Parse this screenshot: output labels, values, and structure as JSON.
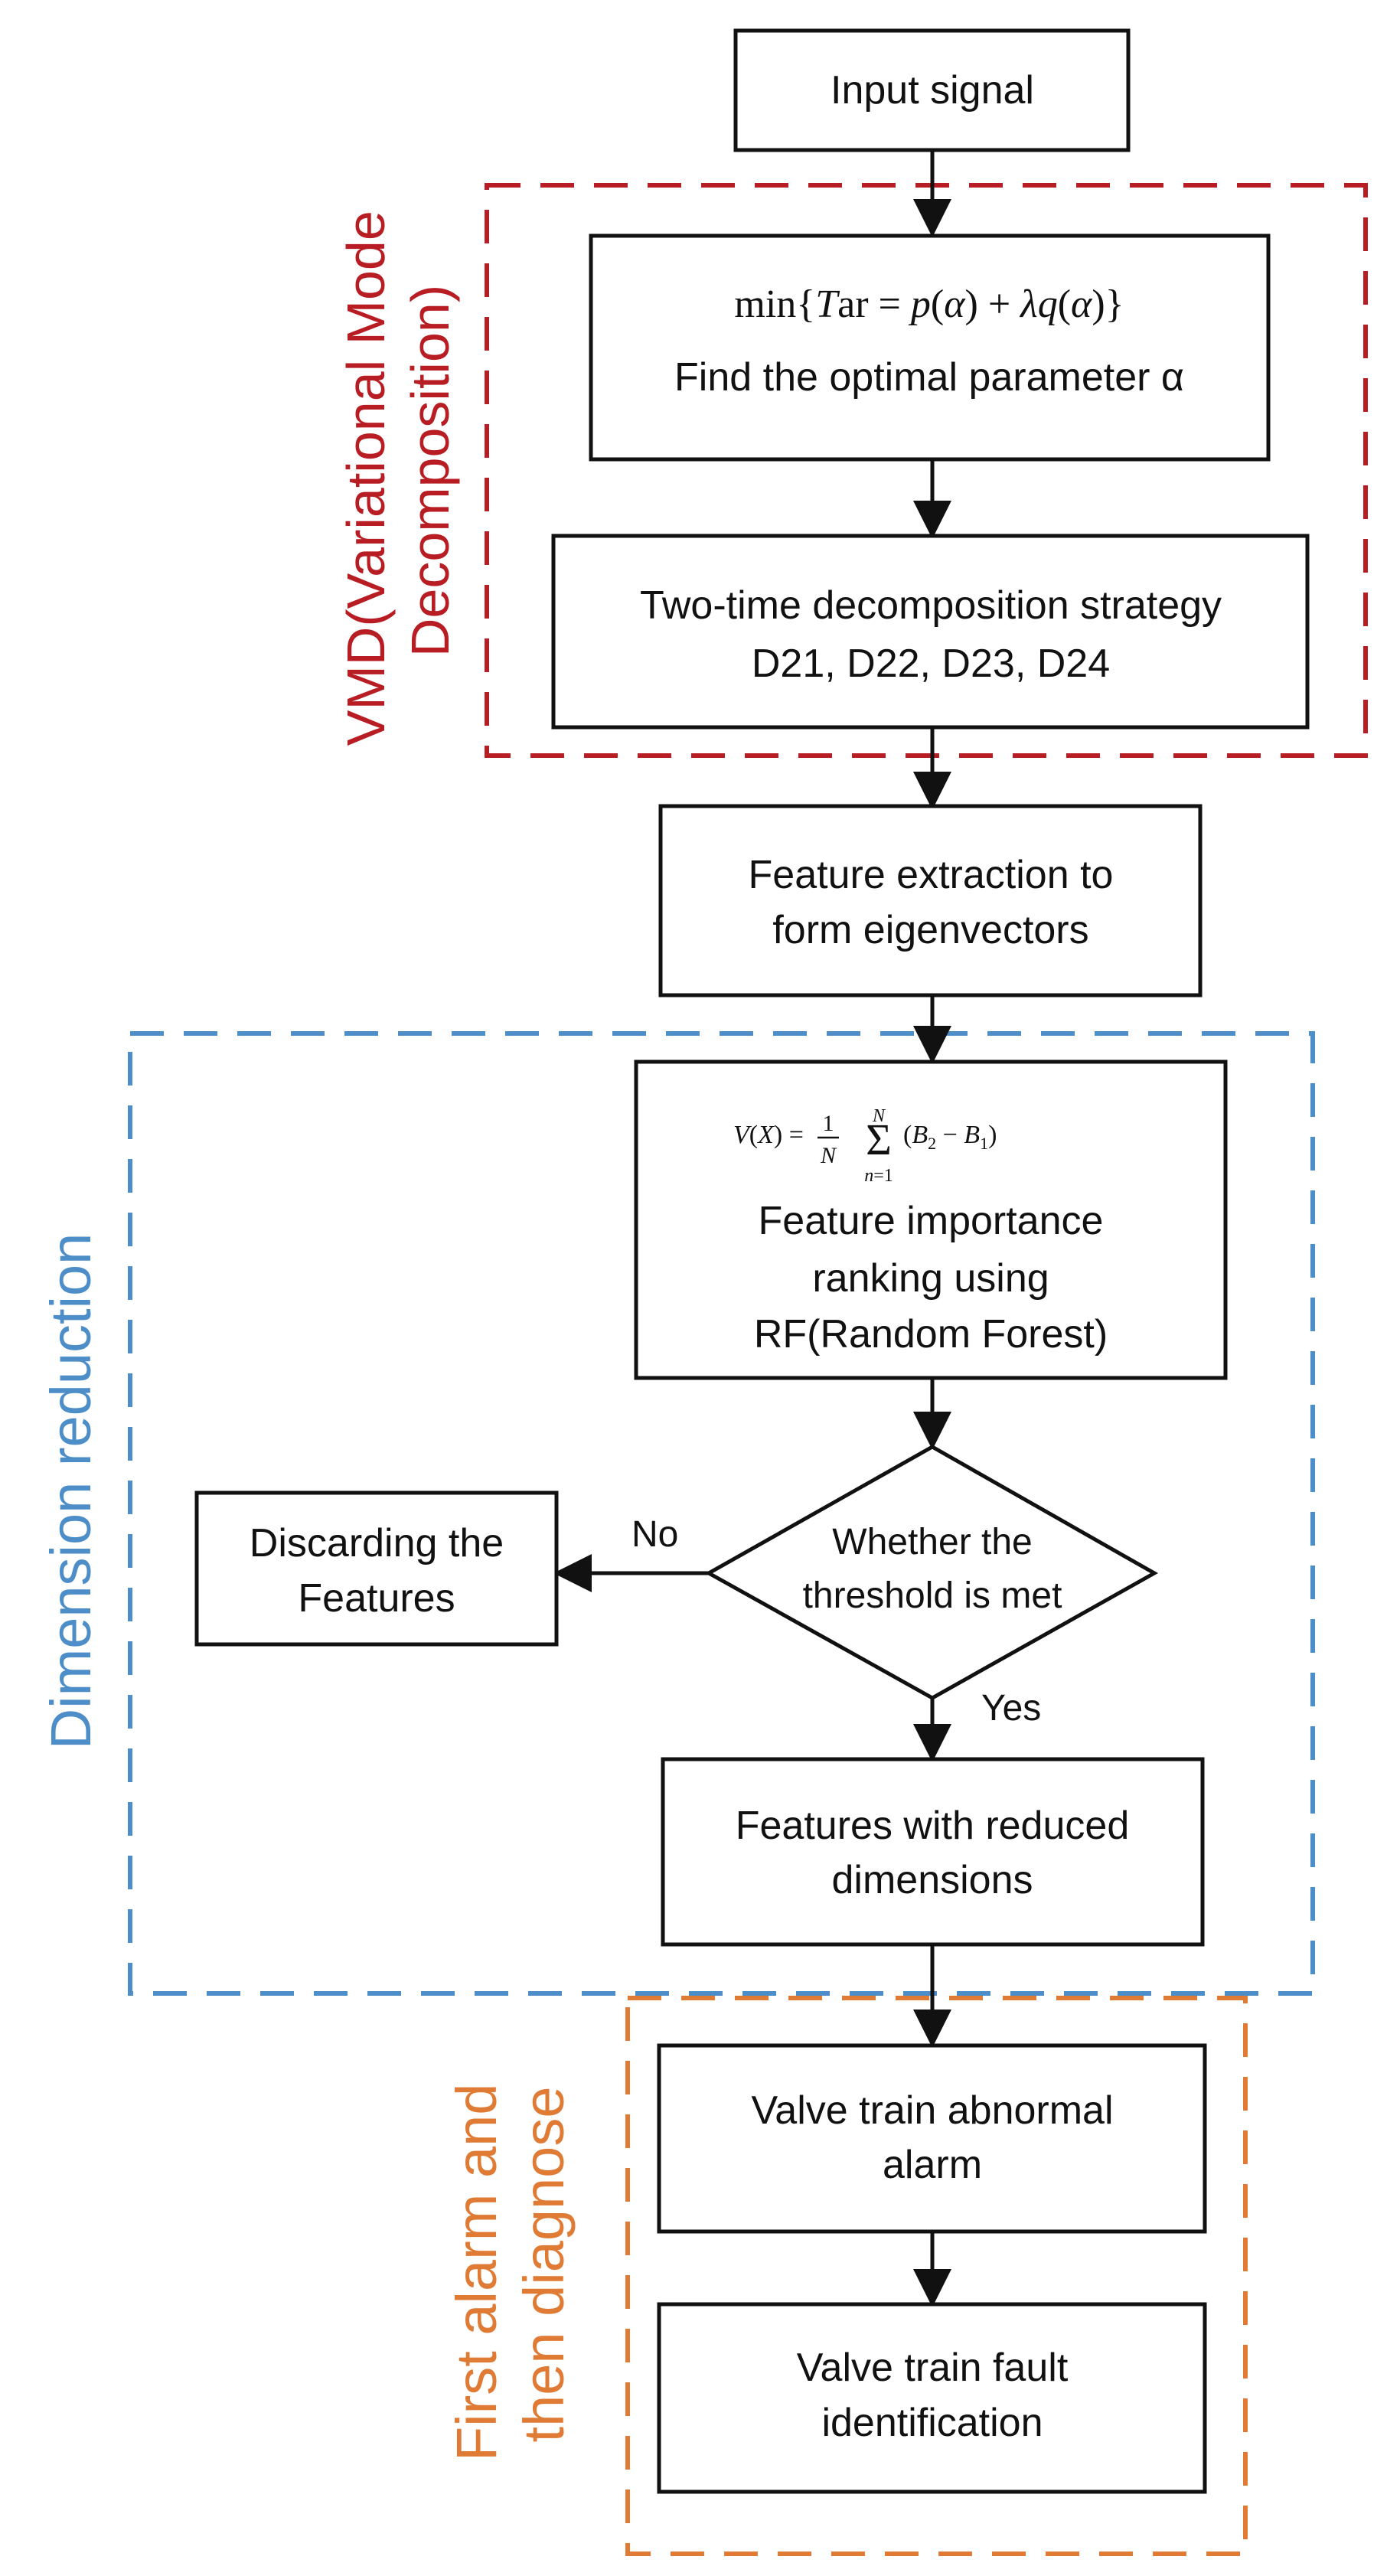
{
  "nodes": {
    "input": {
      "label": "Input signal"
    },
    "optimize": {
      "formula": "min{Tar = p(α) + λq(α)}",
      "label": "Find the optimal parameter α"
    },
    "two_time": {
      "line1": "Two-time decomposition strategy",
      "line2": "D21, D22, D23, D24"
    },
    "feature_extraction": {
      "line1": "Feature extraction to",
      "line2": "form eigenvectors"
    },
    "importance": {
      "formula": "V(X) = (1/N) Σ_{n=1}^{N} (B2 − B1)",
      "line1": "Feature importance",
      "line2": "ranking using",
      "line3": "RF(Random Forest)"
    },
    "decision": {
      "line1": "Whether the",
      "line2": "threshold is met"
    },
    "discard": {
      "line1": "Discarding the",
      "line2": "Features"
    },
    "reduced": {
      "line1": "Features with reduced",
      "line2": "dimensions"
    },
    "alarm": {
      "line1": "Valve train abnormal",
      "line2": "alarm"
    },
    "fault": {
      "line1": "Valve train fault",
      "line2": "identification"
    }
  },
  "edges": {
    "no_label": "No",
    "yes_label": "Yes"
  },
  "groups": {
    "vmd": {
      "line1": "VMD(Variational Mode",
      "line2": "Decomposition)",
      "color": "#b81d23"
    },
    "dimension": {
      "line1": "Dimension reduction",
      "color": "#4d8ec9"
    },
    "first_alarm": {
      "line1": "First alarm and",
      "line2": "then diagnose",
      "color": "#e07b35"
    }
  }
}
